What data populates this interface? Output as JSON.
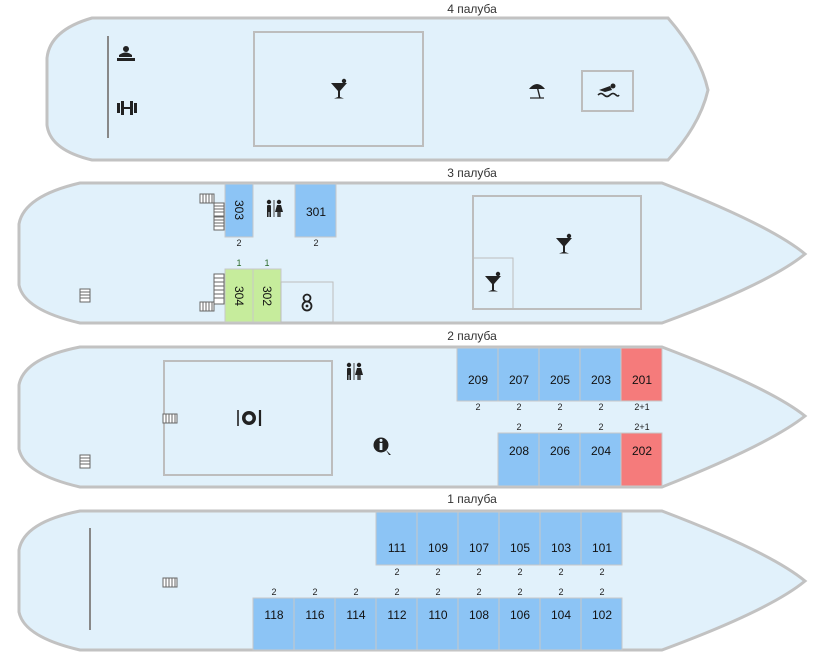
{
  "decks": [
    {
      "key": "deck4",
      "title": "4 палуба"
    },
    {
      "key": "deck3",
      "title": "3 палуба"
    },
    {
      "key": "deck2",
      "title": "2 палуба"
    },
    {
      "key": "deck1",
      "title": "1 палуба"
    }
  ],
  "colors": {
    "available": "#8cc4f5",
    "selected": "#c6ec9c",
    "occupied": "#f57b7b",
    "hull_fill": "#e1f1fb",
    "hull_stroke": "#c2c2c2"
  },
  "icons": [
    "massage-icon",
    "gym-icon",
    "bar-cocktail-icon",
    "beach-umbrella-icon",
    "pool-swimmer-icon",
    "restroom-icon",
    "restaurant-icon",
    "info-icon",
    "baby-room-icon",
    "stairs-icon"
  ],
  "cabins": {
    "c303": {
      "num": "303",
      "cap": "2",
      "status": "available"
    },
    "c301": {
      "num": "301",
      "cap": "2",
      "status": "available"
    },
    "c304": {
      "num": "304",
      "cap": "1",
      "status": "selected"
    },
    "c302": {
      "num": "302",
      "cap": "1",
      "status": "selected"
    },
    "c209": {
      "num": "209",
      "cap": "2",
      "status": "available"
    },
    "c207": {
      "num": "207",
      "cap": "2",
      "status": "available"
    },
    "c205": {
      "num": "205",
      "cap": "2",
      "status": "available"
    },
    "c203": {
      "num": "203",
      "cap": "2",
      "status": "available"
    },
    "c201": {
      "num": "201",
      "cap": "2+1",
      "status": "occupied"
    },
    "c208": {
      "num": "208",
      "cap": "2",
      "status": "available"
    },
    "c206": {
      "num": "206",
      "cap": "2",
      "status": "available"
    },
    "c204": {
      "num": "204",
      "cap": "2",
      "status": "available"
    },
    "c202": {
      "num": "202",
      "cap": "2+1",
      "status": "occupied"
    },
    "c111": {
      "num": "111",
      "cap": "2",
      "status": "available"
    },
    "c109": {
      "num": "109",
      "cap": "2",
      "status": "available"
    },
    "c107": {
      "num": "107",
      "cap": "2",
      "status": "available"
    },
    "c105": {
      "num": "105",
      "cap": "2",
      "status": "available"
    },
    "c103": {
      "num": "103",
      "cap": "2",
      "status": "available"
    },
    "c101": {
      "num": "101",
      "cap": "2",
      "status": "available"
    },
    "c118": {
      "num": "118",
      "cap": "2",
      "status": "available"
    },
    "c116": {
      "num": "116",
      "cap": "2",
      "status": "available"
    },
    "c114": {
      "num": "114",
      "cap": "2",
      "status": "available"
    },
    "c112": {
      "num": "112",
      "cap": "2",
      "status": "available"
    },
    "c110": {
      "num": "110",
      "cap": "2",
      "status": "available"
    },
    "c108": {
      "num": "108",
      "cap": "2",
      "status": "available"
    },
    "c106": {
      "num": "106",
      "cap": "2",
      "status": "available"
    },
    "c104": {
      "num": "104",
      "cap": "2",
      "status": "available"
    },
    "c102": {
      "num": "102",
      "cap": "2",
      "status": "available"
    }
  }
}
